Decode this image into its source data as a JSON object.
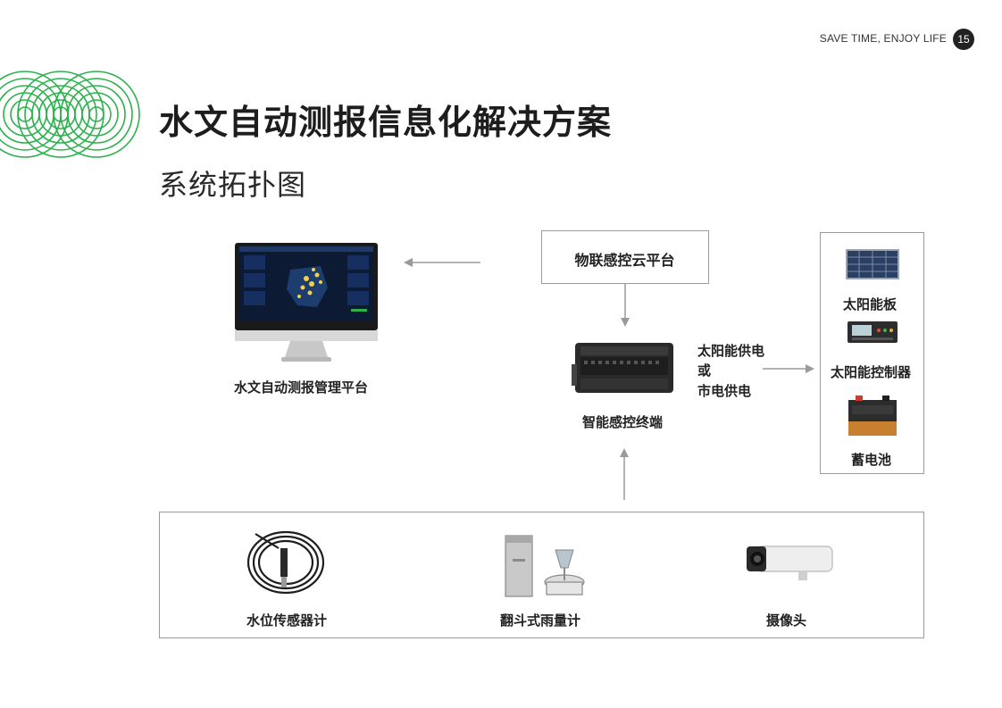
{
  "header": {
    "tagline": "SAVE TIME, ENJOY LIFE",
    "page_number": "15"
  },
  "title": "水文自动测报信息化解决方案",
  "subtitle": "系统拓扑图",
  "colors": {
    "accent_green": "#2db14e",
    "box_border": "#9a9a9a",
    "arrow": "#9a9a9a",
    "badge": "#222222"
  },
  "diagram": {
    "cloud_platform": "物联感控云平台",
    "management_platform": "水文自动测报管理平台",
    "terminal": "智能感控终端",
    "power_note": {
      "line1": "太阳能供电",
      "line2": "或",
      "line3": "市电供电"
    },
    "power_items": [
      {
        "label": "太阳能板",
        "icon": "solar-panel-icon"
      },
      {
        "label": "太阳能控制器",
        "icon": "solar-controller-icon"
      },
      {
        "label": "蓄电池",
        "icon": "battery-icon"
      }
    ],
    "sensors": [
      {
        "label": "水位传感器计",
        "icon": "water-level-sensor-icon"
      },
      {
        "label": "翻斗式雨量计",
        "icon": "rain-gauge-icon"
      },
      {
        "label": "摄像头",
        "icon": "camera-icon"
      }
    ]
  }
}
